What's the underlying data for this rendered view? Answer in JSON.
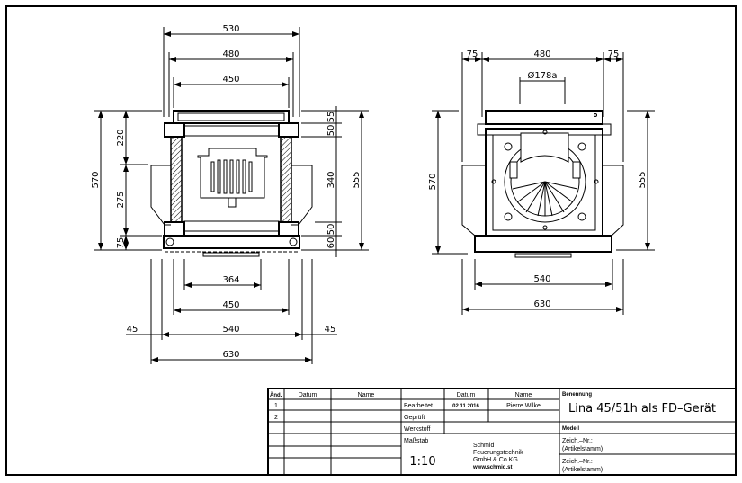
{
  "front_view": {
    "dims_top": [
      "530",
      "480",
      "450"
    ],
    "dims_left": {
      "total": "570",
      "upper": "220",
      "middle": "275",
      "lower": "75"
    },
    "dims_right": {
      "a": "55",
      "b": "50",
      "c": "340",
      "d": "50",
      "e": "60",
      "total": "555"
    },
    "dims_bottom": {
      "d364": "364",
      "d450": "450",
      "d540": "540",
      "left45": "45",
      "right45": "45",
      "d630": "630"
    }
  },
  "side_view": {
    "dims_top": {
      "left": "75",
      "mid": "480",
      "right": "75"
    },
    "flue": "Ø178a",
    "height_left": "570",
    "height_right": "555",
    "dims_bottom": {
      "d540": "540",
      "d630": "630"
    }
  },
  "title_block": {
    "rev_headers": {
      "aend": "Änd.",
      "datum": "Datum",
      "name": "Name"
    },
    "rev_rows": [
      "1",
      "2"
    ],
    "headers": {
      "datum": "Datum",
      "name": "Name"
    },
    "bearbeitet": {
      "label": "Bearbeitet",
      "date": "02.11.2016",
      "name": "Pierre Wilke"
    },
    "geprueft": "Geprüft",
    "werkstoff": "Werkstoff",
    "massstab": {
      "label": "Maßstab",
      "value": "1:10"
    },
    "company": [
      "Schmid",
      "Feuerungstechnik",
      "GmbH & Co.KG",
      "www.schmid.st"
    ],
    "benennung_label": "Benennung",
    "benennung": "Lina 45/51h als FD–Gerät",
    "modell": "Modell",
    "zeich1": [
      "Zeich.–Nr.:",
      "(Artikelstamm)"
    ],
    "zeich2": [
      "Zeich.–Nr.:",
      "(Artikelstamm)"
    ]
  }
}
